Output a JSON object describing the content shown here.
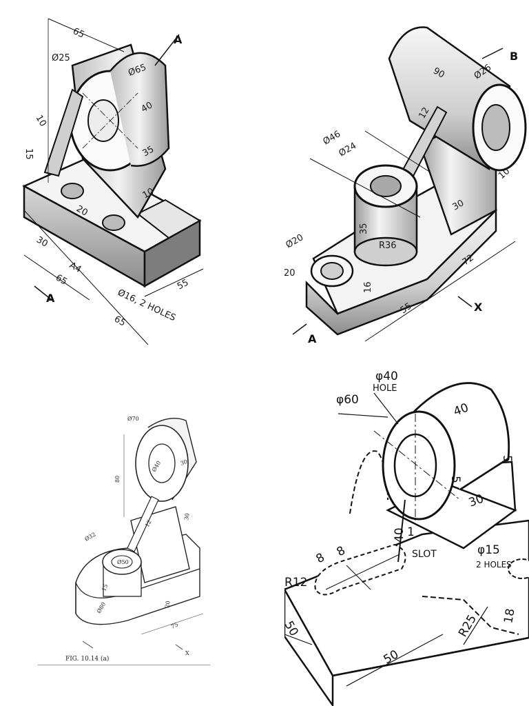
{
  "panels": {
    "tl": {
      "dims": [
        "65",
        "Ø25",
        "Ø65",
        "10",
        "40",
        "35",
        "10",
        "15",
        "20",
        "30",
        "A4",
        "65",
        "Ø16, 2 HOLES",
        "55",
        "65"
      ],
      "section_marks": [
        "A",
        "A"
      ]
    },
    "tr": {
      "dims": [
        "90",
        "Ø26",
        "12",
        "Ø46",
        "Ø24",
        "10",
        "30",
        "35",
        "R36",
        "Ø20",
        "20",
        "16",
        "72",
        "55"
      ],
      "section_marks": [
        "B",
        "X",
        "A"
      ]
    },
    "bl": {
      "dims": [
        "Ø70",
        "80",
        "Ø40",
        "30",
        "12",
        "30",
        "Ø32",
        "Ø50",
        "15",
        "Ø80",
        "20",
        "75"
      ],
      "section_marks": [
        "X"
      ],
      "caption": "FIG. 10.14 (a)"
    },
    "br": {
      "dims": [
        "φ40",
        "HOLE",
        "φ60",
        "40",
        "5",
        "5",
        "30",
        "40",
        "1",
        "8",
        "8",
        "SLOT",
        "φ15",
        "2 HOLES",
        "R12",
        "50",
        "50",
        "R25",
        "18"
      ]
    }
  },
  "colors": {
    "line": "#111111",
    "shade": "#8a8a8a",
    "paper": "#ffffff"
  }
}
